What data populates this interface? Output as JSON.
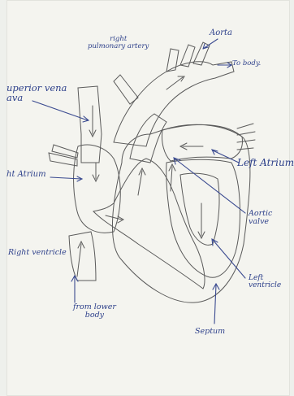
{
  "labels": {
    "aorta": "Aorta",
    "to_body": "To body.",
    "right_pulmonary_artery": "right\npulmonary artery",
    "superior_vena_cava": "uperior vena\nava",
    "right_atrium": "ht Atrium",
    "left_atrium": "Left Atrium",
    "aortic_valve": "Aortic\nvalve",
    "right_ventricle": "Right ventricle",
    "left_ventricle": "Left\nventricle",
    "from_lower_body": "from lower\nbody",
    "septum": "Septum"
  },
  "colors": {
    "paper": "#f4f4ef",
    "ink": "#2c3f8a",
    "oxygenated_red": "#d9838a",
    "deoxygenated_blue": "#8fb3d6",
    "pencil": "#5a5a5a"
  }
}
